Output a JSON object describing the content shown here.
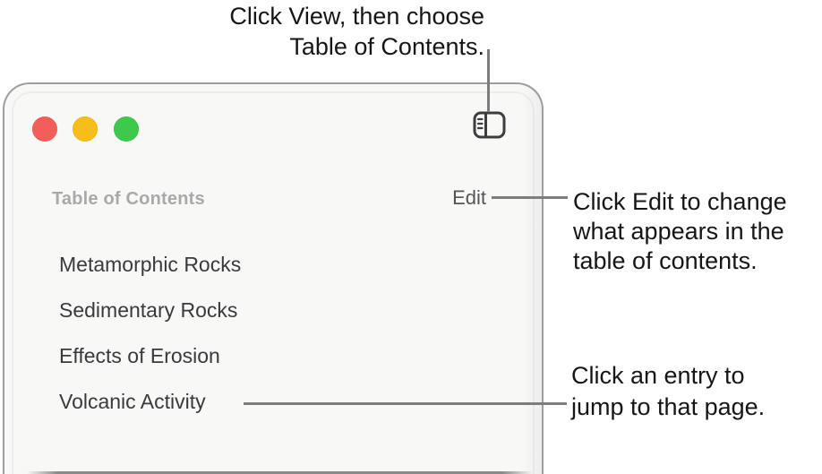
{
  "callout_top": {
    "line1": "Click View, then choose",
    "line2": "Table of Contents."
  },
  "callout_edit": {
    "line1": "Click Edit to change",
    "line2": "what appears in the",
    "line3": "table of contents."
  },
  "callout_entry": {
    "line1": "Click an entry to",
    "line2": "jump to that page."
  },
  "window": {
    "toolbar": {
      "toc_button_icon": "table-of-contents-sidebar-toggle"
    },
    "traffic_lights": [
      "close",
      "minimize",
      "zoom"
    ],
    "sidebar": {
      "header": "Table of Contents",
      "edit_button": "Edit",
      "entries": [
        "Metamorphic Rocks",
        "Sedimentary Rocks",
        "Effects of Erosion",
        "Volcanic Activity"
      ]
    }
  },
  "colors": {
    "traffic_close": "#f35f58",
    "traffic_minimize": "#f6be17",
    "traffic_zoom": "#3ec94c",
    "callout_text": "#161616",
    "callout_line": "#7d7d7d",
    "sidebar_header_text": "#a9a9a9",
    "entry_text": "#3a3a3c",
    "edit_text": "#545454",
    "window_bg": "#f8f8f7",
    "window_border": "#9e9e9e",
    "icon_stroke": "#3d3d3e"
  }
}
